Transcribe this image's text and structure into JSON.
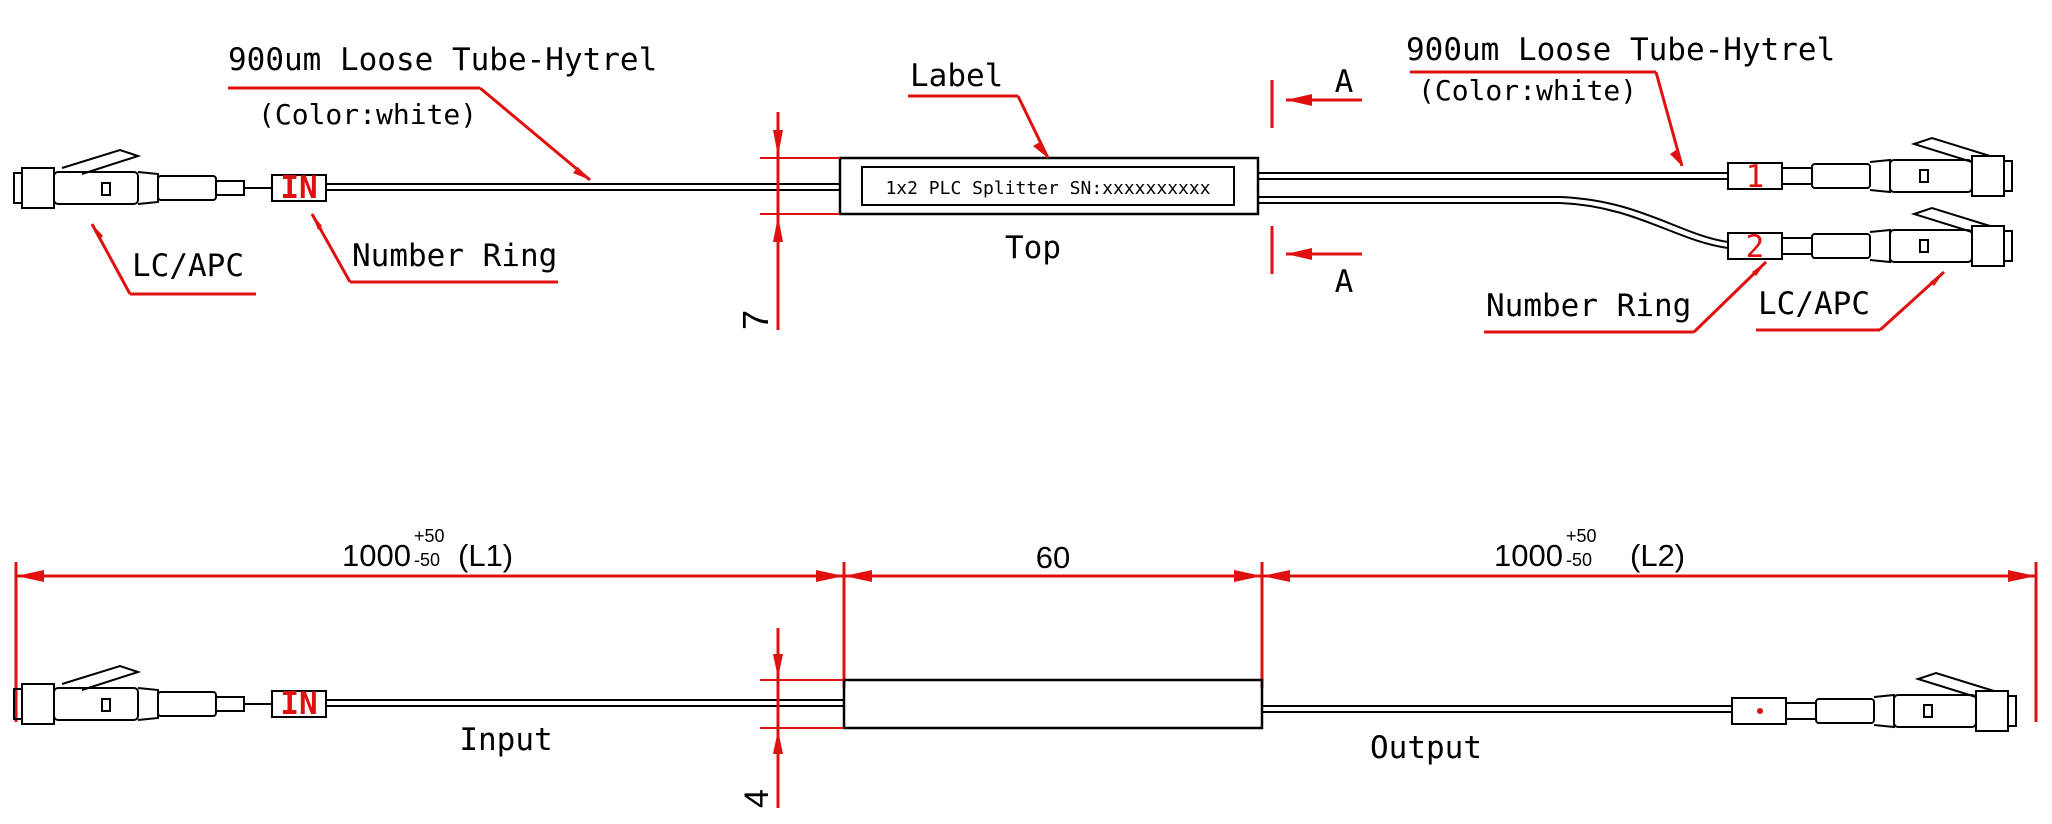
{
  "colors": {
    "annotation": "#e01010",
    "outline": "#000000",
    "background": "#ffffff"
  },
  "top_view": {
    "tube_left": "900um Loose Tube-Hytrel",
    "tube_left_color": "(Color:white)",
    "tube_right": "900um Loose Tube-Hytrel",
    "tube_right_color": "(Color:white)",
    "label_callout": "Label",
    "label_text": "1x2 PLC Splitter SN:xxxxxxxxxx",
    "top_caption": "Top",
    "section_a_upper": "A",
    "section_a_lower": "A",
    "connector_left": "LC/APC",
    "number_ring_left": "Number Ring",
    "number_ring_right": "Number Ring",
    "connector_right": "LC/APC",
    "ring_in": "IN",
    "ring_1": "1",
    "ring_2": "2",
    "height_dim": "7"
  },
  "bottom_view": {
    "len_left_main": "1000",
    "len_left_sup": "+50",
    "len_left_sub": "-50",
    "len_left_tag": "(L1)",
    "len_mid": "60",
    "len_right_main": "1000",
    "len_right_sup": "+50",
    "len_right_sub": "-50",
    "len_right_tag": "(L2)",
    "input_caption": "Input",
    "output_caption": "Output",
    "ring_in": "IN",
    "height_dim": "4"
  }
}
